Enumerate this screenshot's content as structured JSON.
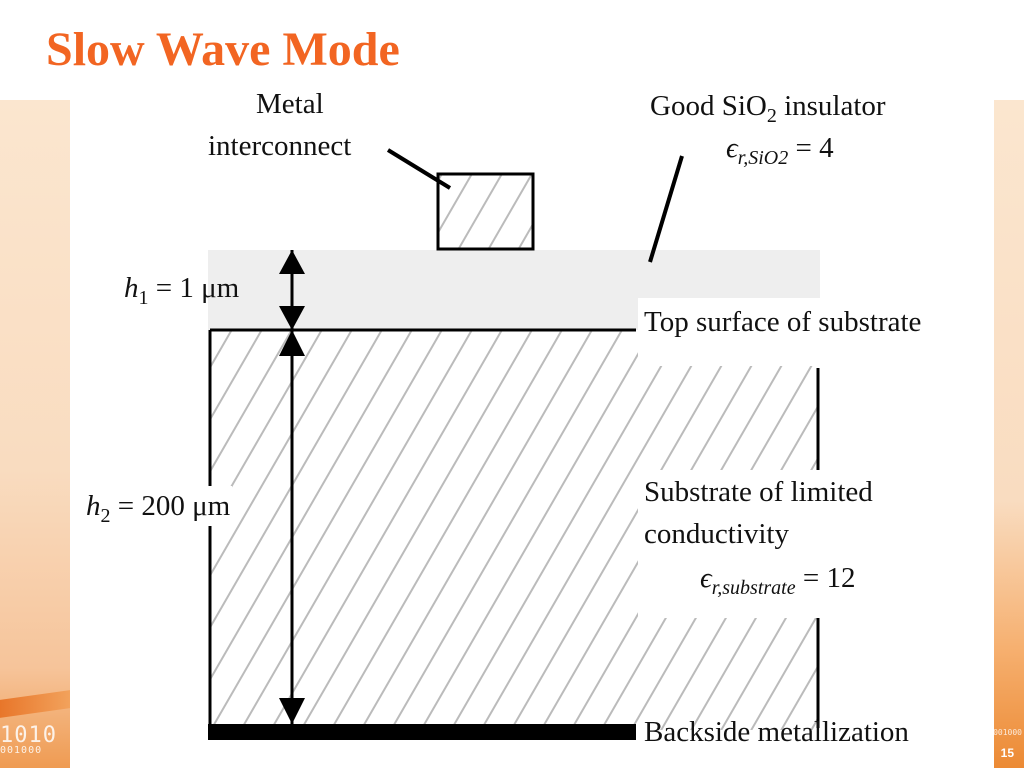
{
  "slide": {
    "title": "Slow Wave Mode",
    "page_number": "15",
    "background_digits": "1010",
    "background_digits_small": "001000"
  },
  "diagram": {
    "metal_label_line1": "Metal",
    "metal_label_line2": "interconnect",
    "oxide_label_line1": "Good SiO",
    "oxide_label_line1_sub": "2",
    "oxide_label_line1_end": " insulator",
    "oxide_eps_symbol": "ϵ",
    "oxide_eps_sub": "r,SiO2",
    "oxide_eps_value": " = 4",
    "h1_var": "h",
    "h1_sub": "1",
    "h1_value": " = 1 μm",
    "h2_var": "h",
    "h2_sub": "2",
    "h2_value": " = 200 μm",
    "top_surface_label": "Top surface of substrate",
    "substrate_label_line1": "Substrate of limited",
    "substrate_label_line2": "conductivity",
    "substrate_eps_symbol": "ϵ",
    "substrate_eps_sub": "r,substrate",
    "substrate_eps_value": " = 12",
    "backside_label": "Backside metallization"
  },
  "colors": {
    "title": "#f26522",
    "oxide_fill": "#eeeeee",
    "hatch": "#bbbbbb",
    "line": "#000000"
  }
}
